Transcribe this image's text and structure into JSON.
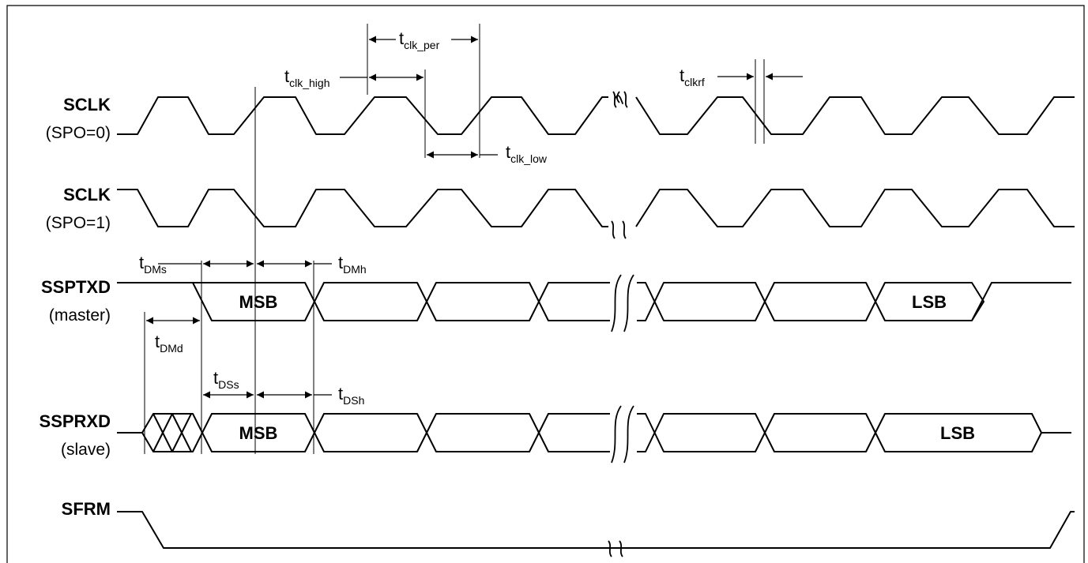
{
  "signals": {
    "sclk0": {
      "name": "SCLK",
      "sub": "(SPO=0)"
    },
    "sclk1": {
      "name": "SCLK",
      "sub": "(SPO=1)"
    },
    "ssptxd": {
      "name": "SSPTXD",
      "sub": "(master)"
    },
    "ssprxd": {
      "name": "SSPRXD",
      "sub": "(slave)"
    },
    "sfrm": {
      "name": "SFRM"
    }
  },
  "bus_labels": {
    "tx_msb": "MSB",
    "tx_lsb": "LSB",
    "rx_msb": "MSB",
    "rx_lsb": "LSB"
  },
  "timing": {
    "clk_per": {
      "t": "t",
      "sub": "clk_per"
    },
    "clk_high": {
      "t": "t",
      "sub": "clk_high"
    },
    "clk_low": {
      "t": "t",
      "sub": "clk_low"
    },
    "clkrf": {
      "t": "t",
      "sub": "clkrf"
    },
    "dms": {
      "t": "t",
      "sub": "DMs"
    },
    "dmh": {
      "t": "t",
      "sub": "DMh"
    },
    "dmd": {
      "t": "t",
      "sub": "DMd"
    },
    "dss": {
      "t": "t",
      "sub": "DSs"
    },
    "dsh": {
      "t": "t",
      "sub": "DSh"
    }
  }
}
